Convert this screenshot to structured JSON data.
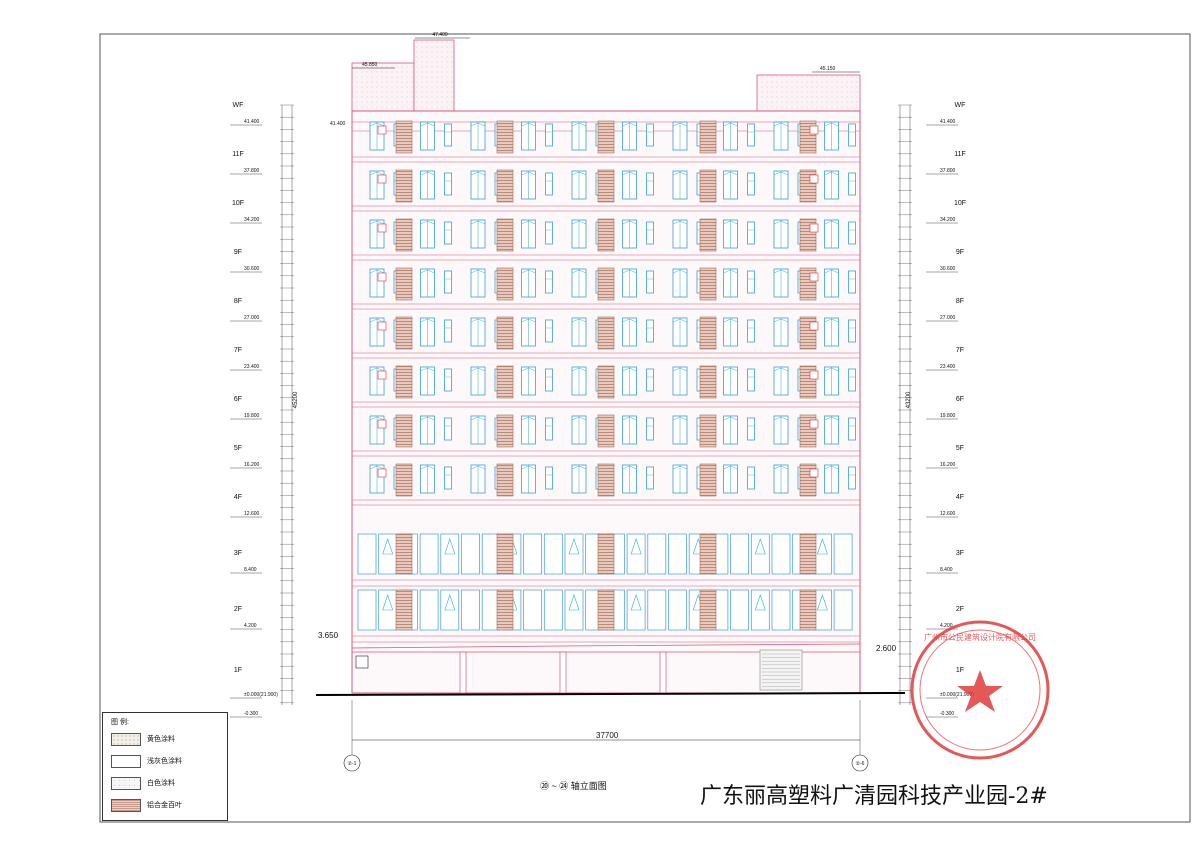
{
  "drawing": {
    "floors_left": [
      "WF",
      "11F",
      "10F",
      "9F",
      "8F",
      "7F",
      "6F",
      "5F",
      "4F",
      "3F",
      "2F",
      "1F"
    ],
    "elevations_left": [
      "41.400",
      "37.800",
      "34.200",
      "30.600",
      "27.000",
      "23.400",
      "19.800",
      "16.200",
      "12.600",
      "8.400",
      "4.200",
      "±0.000(21.900)",
      "-0.300"
    ],
    "floors_right": [
      "WF",
      "11F",
      "10F",
      "9F",
      "8F",
      "7F",
      "6F",
      "5F",
      "4F",
      "3F",
      "2F",
      "1F"
    ],
    "elevations_right": [
      "41.400",
      "37.800",
      "34.200",
      "30.600",
      "27.000",
      "23.400",
      "19.800",
      "16.200",
      "12.600",
      "8.400",
      "4.200",
      "±0.000(21.900)",
      "-0.300"
    ],
    "top_marks": {
      "roof_high": "47.400",
      "roof_left": "45.850",
      "roof_right": "45.150",
      "parapet": "41.400",
      "canopy_left": "3.650",
      "canopy_right": "2.600"
    },
    "total_height_left": "45200",
    "total_height_right": "43200",
    "total_width": "37700",
    "axis_left": "②-1",
    "axis_right": "②-6",
    "view_title": "⑳ ~ ㉔ 轴立面图",
    "project_title": "广东丽高塑料广清园科技产业园-2#",
    "stamp_text": "广州市公民建筑设计院有限公司"
  },
  "legend": {
    "heading": "图 例:",
    "items": [
      {
        "label": "黄色涂料",
        "color": "#f3efe6"
      },
      {
        "label": "浅灰色涂料",
        "color": "#ffffff"
      },
      {
        "label": "白色涂料",
        "color": "#f6f6f6"
      },
      {
        "label": "铝合金百叶",
        "color": "#c79a8c"
      }
    ]
  }
}
